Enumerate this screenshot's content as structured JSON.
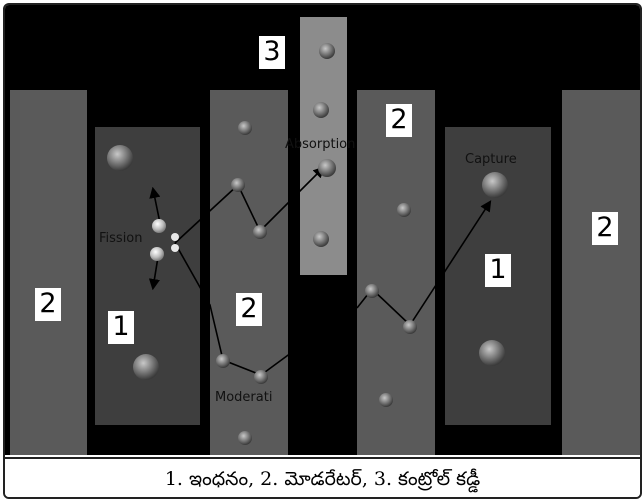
{
  "diagram": {
    "number_labels": {
      "control_rod": "3",
      "moderator_left": "2",
      "moderator_center": "2",
      "moderator_right_mid": "2",
      "moderator_far_right": "2",
      "fuel_left": "1",
      "fuel_right": "1"
    },
    "process_labels": {
      "fission": "Fission",
      "absorption": "Absorption",
      "capture": "Capture",
      "moderation": "Moderati"
    }
  },
  "caption": "1. ఇంధనం, 2. మోడరేటర్, 3. కంట్రోల్ కడ్డీ",
  "colors": {
    "background": "#000000",
    "moderator": "#5a5a5a",
    "fuel": "#3e3e3e",
    "control_rod": "#8c8c8c",
    "neutron_path": "#000000"
  }
}
